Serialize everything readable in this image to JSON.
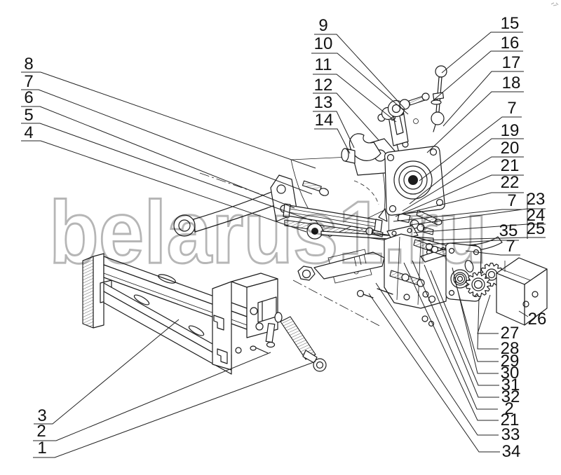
{
  "watermark": {
    "text": "belarus1.ru",
    "color": "#b6b6b6"
  },
  "diagram": {
    "background": "#ffffff",
    "line_color": "#1c1c1c"
  },
  "callouts": [
    {
      "label": "8"
    },
    {
      "label": "7"
    },
    {
      "label": "6"
    },
    {
      "label": "5"
    },
    {
      "label": "4"
    },
    {
      "label": "9"
    },
    {
      "label": "10"
    },
    {
      "label": "11"
    },
    {
      "label": "12"
    },
    {
      "label": "13"
    },
    {
      "label": "14"
    },
    {
      "label": "15"
    },
    {
      "label": "16"
    },
    {
      "label": "17"
    },
    {
      "label": "18"
    },
    {
      "label": "7"
    },
    {
      "label": "19"
    },
    {
      "label": "20"
    },
    {
      "label": "21"
    },
    {
      "label": "22"
    },
    {
      "label": "7"
    },
    {
      "label": "23"
    },
    {
      "label": "24"
    },
    {
      "label": "25"
    },
    {
      "label": "35"
    },
    {
      "label": "7"
    },
    {
      "label": "26"
    },
    {
      "label": "27"
    },
    {
      "label": "28"
    },
    {
      "label": "29"
    },
    {
      "label": "30"
    },
    {
      "label": "31"
    },
    {
      "label": "32"
    },
    {
      "label": "2"
    },
    {
      "label": "21"
    },
    {
      "label": "33"
    },
    {
      "label": "34"
    },
    {
      "label": "3"
    },
    {
      "label": "2"
    },
    {
      "label": "1"
    }
  ]
}
